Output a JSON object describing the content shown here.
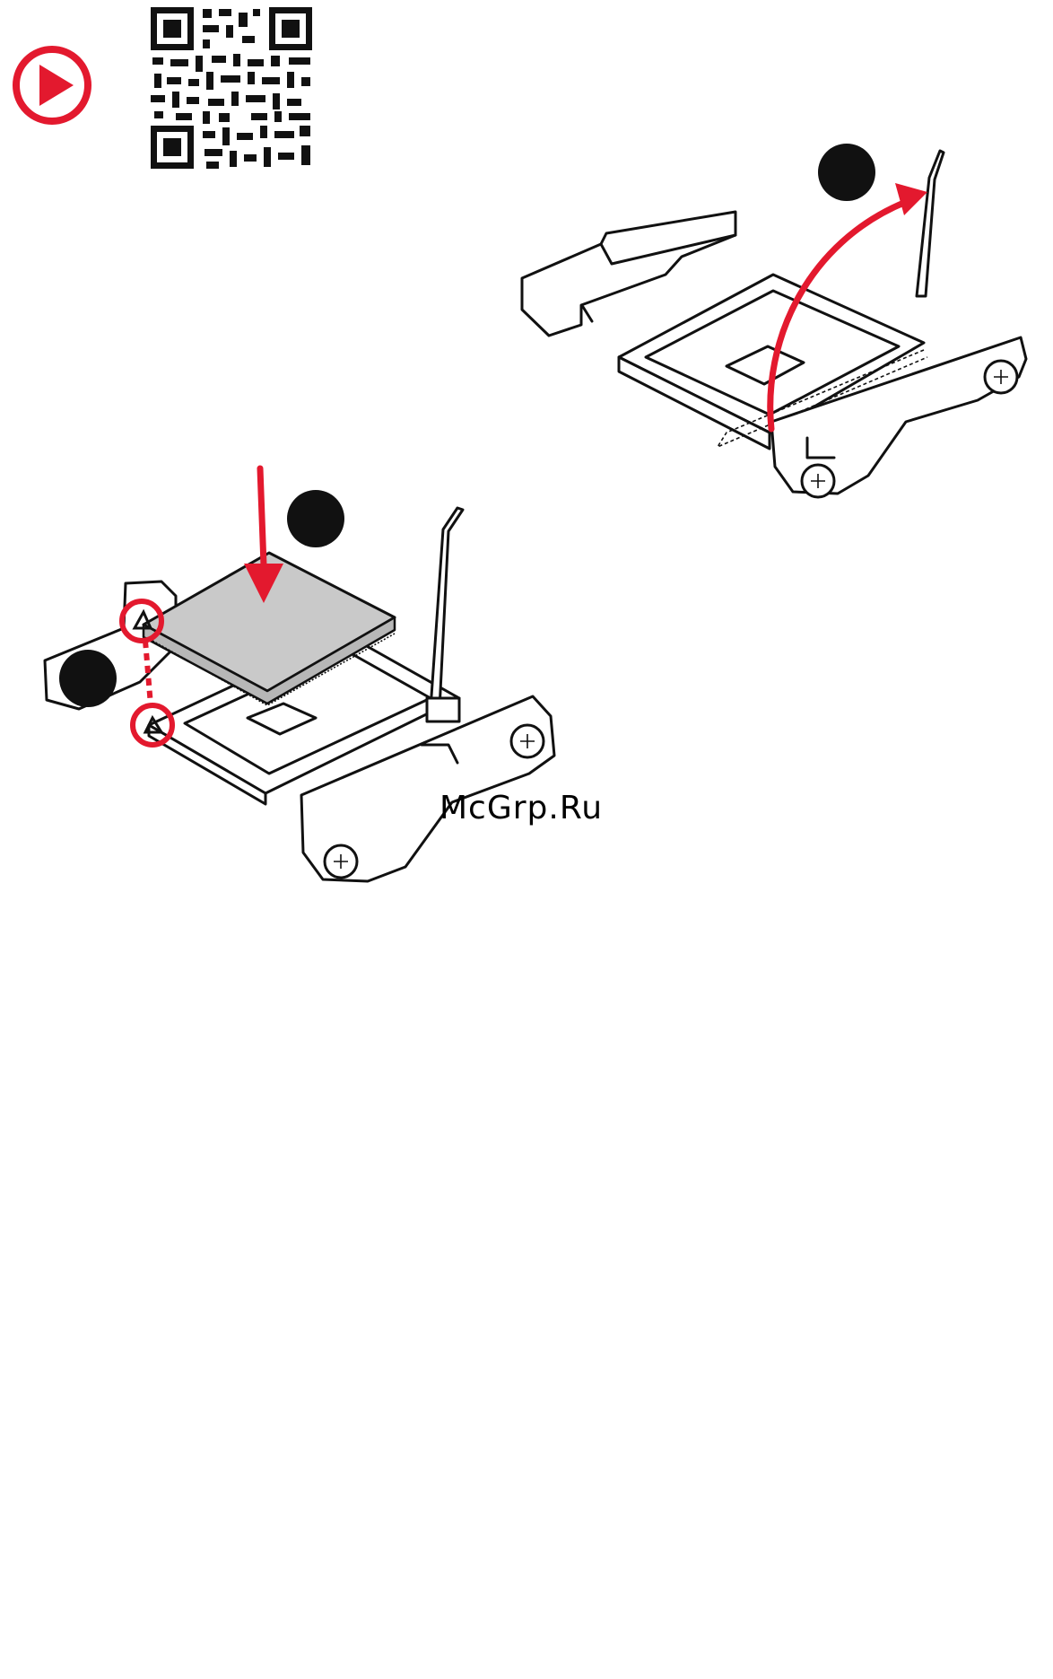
{
  "watermark": {
    "text": "McGrp.Ru"
  },
  "colors": {
    "accent_red": "#e3192e",
    "line": "#111111",
    "part_gray": "#c9c9c9",
    "background": "#ffffff"
  },
  "icons": {
    "play": "play-icon",
    "qr": "qr-code",
    "steps": [
      "step-marker-1",
      "step-marker-2",
      "step-marker-3",
      "step-marker-4",
      "step-marker-5",
      "step-marker-6",
      "step-marker-7",
      "step-marker-8",
      "step-marker-9"
    ]
  }
}
